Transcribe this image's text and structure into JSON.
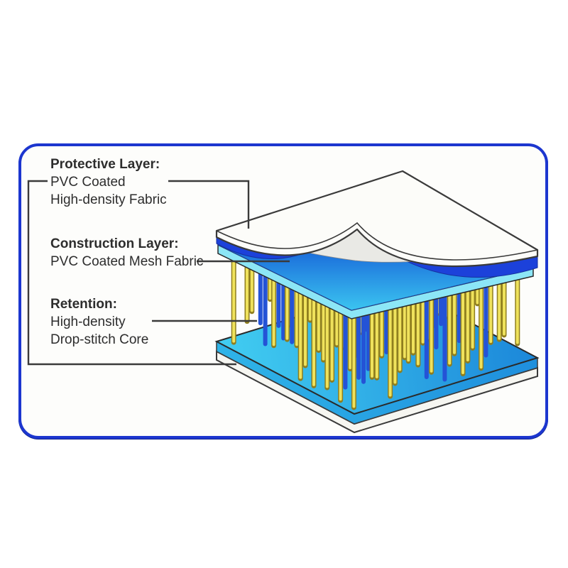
{
  "card": {
    "border_color": "#1c36cf",
    "background": "#fdfdfb"
  },
  "labels": {
    "protective": {
      "title": "Protective Layer:",
      "lines": [
        "PVC Coated",
        "High-density Fabric"
      ]
    },
    "construction": {
      "title": "Construction Layer:",
      "lines": [
        "PVC Coated Mesh Fabric"
      ]
    },
    "retention": {
      "title": "Retention:",
      "lines": [
        "High-density",
        "Drop-stitch Core"
      ]
    }
  },
  "illustration": {
    "parts": [
      "protective-sheet",
      "construction-layer",
      "drop-stitch-threads",
      "bottom-plate"
    ],
    "colors": {
      "thread_yellow": "#efe25c",
      "thread_outline": "#8f7e1e",
      "thread_blue": "#2453d6",
      "mesh_blue_dark": "#0a3fd0",
      "mesh_blue_light": "#3ecdf2",
      "mesh_side_cyan": "#8ce6f6",
      "plate_cyan": "#41cdf1",
      "plate_blue": "#1b86d9",
      "plate_side": "#2aa8e4",
      "underside_blue": "#1c41da",
      "sheet_white": "#fcfcf9",
      "outline": "#3a3a3a"
    }
  }
}
